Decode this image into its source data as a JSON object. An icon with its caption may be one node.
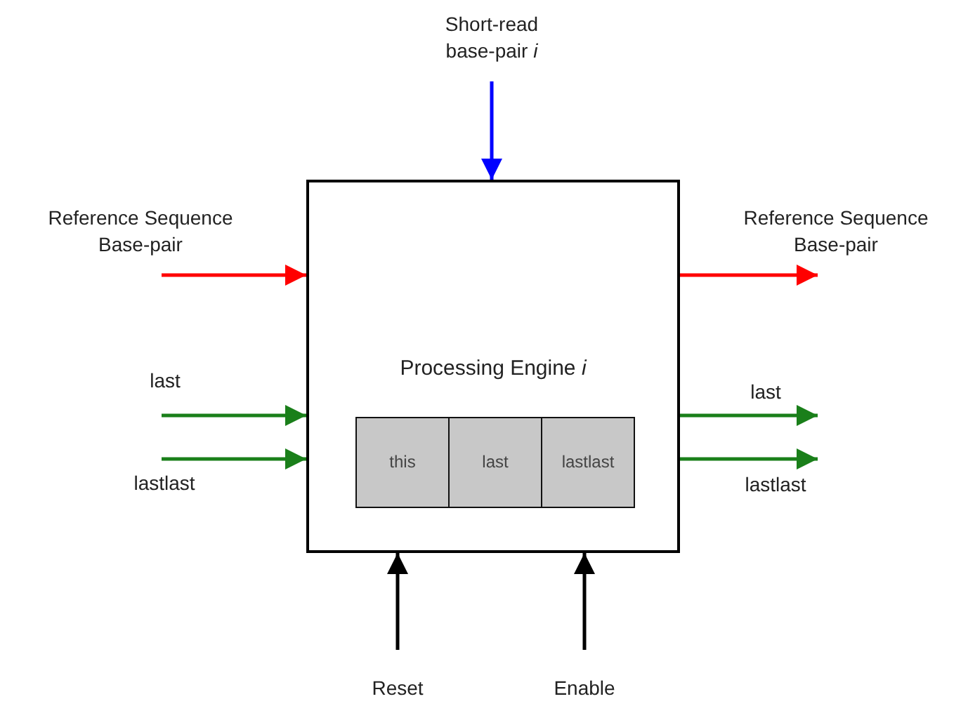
{
  "diagram": {
    "nodes": [
      {
        "text": [
          "Processing Engine *i*"
        ]
      },
      {
        "text": [
          "this"
        ],
        "in": 0
      },
      {
        "text": [
          "last"
        ],
        "in": 0
      },
      {
        "text": [
          "lastlast"
        ],
        "in": 0
      },
      {
        "text": [
          "Short-read base-pair *i*"
        ]
      },
      {
        "text": [
          "Reference Sequence Base-pair"
        ]
      },
      {
        "text": [
          "Reference Sequence Base-pair"
        ]
      },
      {
        "text": [
          "last"
        ]
      },
      {
        "text": [
          "last"
        ]
      },
      {
        "text": [
          "lastlast"
        ]
      },
      {
        "text": [
          "lastlast"
        ]
      },
      {
        "text": [
          "Reset"
        ]
      },
      {
        "text": [
          "Enable"
        ]
      }
    ],
    "edges": [
      {
        "from": 4,
        "to": 0,
        "arrow": "to",
        "color": "#0000ff"
      },
      {
        "from": 5,
        "to": 0,
        "arrow": "to",
        "color": "#ff0000"
      },
      {
        "from": 0,
        "to": 6,
        "arrow": "to",
        "color": "#ff0000"
      },
      {
        "from": 7,
        "to": 0,
        "arrow": "to"
      },
      {
        "from": 0,
        "to": 8,
        "arrow": "to"
      },
      {
        "from": 9,
        "to": 0,
        "arrow": "to"
      },
      {
        "from": 0,
        "to": 10,
        "arrow": "to"
      },
      {
        "from": 11,
        "to": 0,
        "arrow": "to",
        "color": "#000000"
      },
      {
        "from": 12,
        "to": 0,
        "arrow": "to",
        "color": "#000000"
      }
    ]
  }
}
